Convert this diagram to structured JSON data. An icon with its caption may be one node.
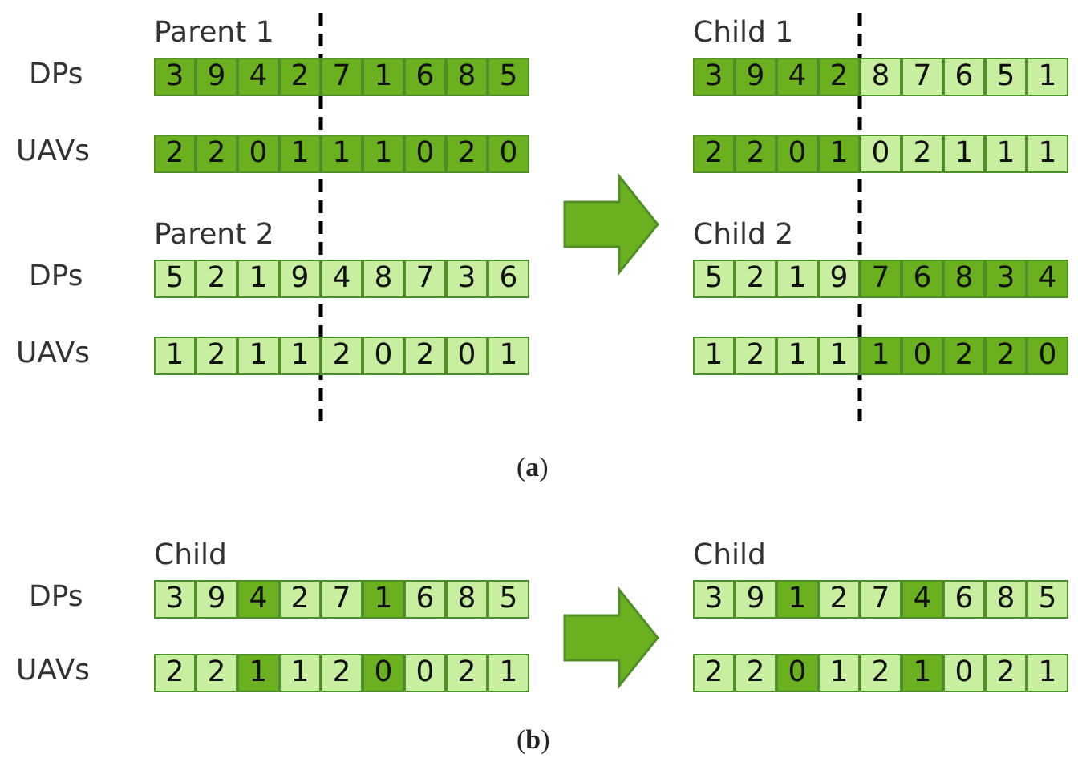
{
  "diagram": {
    "nodes": [
      {
        "text": [
          "Parent 1"
        ]
      },
      {
        "text": [
          "3"
        ],
        "in": 0
      },
      {
        "text": [
          "9"
        ],
        "in": 0
      },
      {
        "text": [
          "4"
        ],
        "in": 0
      },
      {
        "text": [
          "2"
        ],
        "in": 0
      },
      {
        "text": [
          "7"
        ],
        "in": 0
      },
      {
        "text": [
          "1"
        ],
        "in": 0
      },
      {
        "text": [
          "6"
        ],
        "in": 0
      },
      {
        "text": [
          "8"
        ],
        "in": 0
      },
      {
        "text": [
          "5"
        ],
        "in": 0
      },
      {
        "text": [
          "2"
        ],
        "in": 0
      },
      {
        "text": [
          "2"
        ],
        "in": 0
      },
      {
        "text": [
          "0"
        ],
        "in": 0
      },
      {
        "text": [
          "1"
        ],
        "in": 0
      },
      {
        "text": [
          "1"
        ],
        "in": 0
      },
      {
        "text": [
          "1"
        ],
        "in": 0
      },
      {
        "text": [
          "0"
        ],
        "in": 0
      },
      {
        "text": [
          "2"
        ],
        "in": 0
      },
      {
        "text": [
          "0"
        ],
        "in": 0
      },
      {
        "text": [
          "Parent 2"
        ]
      },
      {
        "text": [
          "5"
        ],
        "in": 19
      },
      {
        "text": [
          "2"
        ],
        "in": 19
      },
      {
        "text": [
          "1"
        ],
        "in": 19
      },
      {
        "text": [
          "9"
        ],
        "in": 19
      },
      {
        "text": [
          "4"
        ],
        "in": 19
      },
      {
        "text": [
          "8"
        ],
        "in": 19
      },
      {
        "text": [
          "7"
        ],
        "in": 19
      },
      {
        "text": [
          "3"
        ],
        "in": 19
      },
      {
        "text": [
          "6"
        ],
        "in": 19
      },
      {
        "text": [
          "1"
        ],
        "in": 19
      },
      {
        "text": [
          "2"
        ],
        "in": 19
      },
      {
        "text": [
          "1"
        ],
        "in": 19
      },
      {
        "text": [
          "1"
        ],
        "in": 19
      },
      {
        "text": [
          "2"
        ],
        "in": 19
      },
      {
        "text": [
          "0"
        ],
        "in": 19
      },
      {
        "text": [
          "2"
        ],
        "in": 19
      },
      {
        "text": [
          "0"
        ],
        "in": 19
      },
      {
        "text": [
          "1"
        ],
        "in": 19
      },
      {
        "text": [
          "Child 1"
        ]
      },
      {
        "text": [
          "3"
        ],
        "in": 38
      },
      {
        "text": [
          "9"
        ],
        "in": 38
      },
      {
        "text": [
          "4"
        ],
        "in": 38
      },
      {
        "text": [
          "2"
        ],
        "in": 38
      },
      {
        "text": [
          "8"
        ],
        "in": 38
      },
      {
        "text": [
          "7"
        ],
        "in": 38
      },
      {
        "text": [
          "6"
        ],
        "in": 38
      },
      {
        "text": [
          "5"
        ],
        "in": 38
      },
      {
        "text": [
          "1"
        ],
        "in": 38
      },
      {
        "text": [
          "2"
        ],
        "in": 38
      },
      {
        "text": [
          "2"
        ],
        "in": 38
      },
      {
        "text": [
          "0"
        ],
        "in": 38
      },
      {
        "text": [
          "1"
        ],
        "in": 38
      },
      {
        "text": [
          "0"
        ],
        "in": 38
      },
      {
        "text": [
          "2"
        ],
        "in": 38
      },
      {
        "text": [
          "1"
        ],
        "in": 38
      },
      {
        "text": [
          "1"
        ],
        "in": 38
      },
      {
        "text": [
          "1"
        ],
        "in": 38
      },
      {
        "text": [
          "Child 2"
        ]
      },
      {
        "text": [
          "5"
        ],
        "in": 57
      },
      {
        "text": [
          "2"
        ],
        "in": 57
      },
      {
        "text": [
          "1"
        ],
        "in": 57
      },
      {
        "text": [
          "9"
        ],
        "in": 57
      },
      {
        "text": [
          "7"
        ],
        "in": 57
      },
      {
        "text": [
          "6"
        ],
        "in": 57
      },
      {
        "text": [
          "8"
        ],
        "in": 57
      },
      {
        "text": [
          "3"
        ],
        "in": 57
      },
      {
        "text": [
          "4"
        ],
        "in": 57
      },
      {
        "text": [
          "1"
        ],
        "in": 57
      },
      {
        "text": [
          "2"
        ],
        "in": 57
      },
      {
        "text": [
          "1"
        ],
        "in": 57
      },
      {
        "text": [
          "1"
        ],
        "in": 57
      },
      {
        "text": [
          "1"
        ],
        "in": 57
      },
      {
        "text": [
          "0"
        ],
        "in": 57
      },
      {
        "text": [
          "2"
        ],
        "in": 57
      },
      {
        "text": [
          "2"
        ],
        "in": 57
      },
      {
        "text": [
          "0"
        ],
        "in": 57
      },
      {
        "text": [
          "Child"
        ]
      },
      {
        "text": [
          "3"
        ],
        "in": 76
      },
      {
        "text": [
          "9"
        ],
        "in": 76
      },
      {
        "text": [
          "4"
        ],
        "in": 76
      },
      {
        "text": [
          "2"
        ],
        "in": 76
      },
      {
        "text": [
          "7"
        ],
        "in": 76
      },
      {
        "text": [
          "1"
        ],
        "in": 76
      },
      {
        "text": [
          "6"
        ],
        "in": 76
      },
      {
        "text": [
          "8"
        ],
        "in": 76
      },
      {
        "text": [
          "5"
        ],
        "in": 76
      },
      {
        "text": [
          "2"
        ],
        "in": 76
      },
      {
        "text": [
          "2"
        ],
        "in": 76
      },
      {
        "text": [
          "1"
        ],
        "in": 76
      },
      {
        "text": [
          "1"
        ],
        "in": 76
      },
      {
        "text": [
          "2"
        ],
        "in": 76
      },
      {
        "text": [
          "0"
        ],
        "in": 76
      },
      {
        "text": [
          "0"
        ],
        "in": 76
      },
      {
        "text": [
          "2"
        ],
        "in": 76
      },
      {
        "text": [
          "1"
        ],
        "in": 76
      },
      {
        "text": [
          "Child"
        ]
      },
      {
        "text": [
          "3"
        ],
        "in": 95
      },
      {
        "text": [
          "9"
        ],
        "in": 95
      },
      {
        "text": [
          "1"
        ],
        "in": 95
      },
      {
        "text": [
          "2"
        ],
        "in": 95
      },
      {
        "text": [
          "7"
        ],
        "in": 95
      },
      {
        "text": [
          "4"
        ],
        "in": 95
      },
      {
        "text": [
          "6"
        ],
        "in": 95
      },
      {
        "text": [
          "8"
        ],
        "in": 95
      },
      {
        "text": [
          "5"
        ],
        "in": 95
      },
      {
        "text": [
          "2"
        ],
        "in": 95
      },
      {
        "text": [
          "2"
        ],
        "in": 95
      },
      {
        "text": [
          "0"
        ],
        "in": 95
      },
      {
        "text": [
          "1"
        ],
        "in": 95
      },
      {
        "text": [
          "2"
        ],
        "in": 95
      },
      {
        "text": [
          "1"
        ],
        "in": 95
      },
      {
        "text": [
          "0"
        ],
        "in": 95
      },
      {
        "text": [
          "2"
        ],
        "in": 95
      },
      {
        "text": [
          "1"
        ],
        "in": 95
      }
    ],
    "edges": [
      {
        "from": 0,
        "to": 38,
        "arrow": "to"
      },
      {
        "from": 19,
        "to": 57,
        "arrow": "to"
      },
      {
        "from": 76,
        "to": 95,
        "arrow": "to"
      }
    ],
    "labels": [
      "DPs",
      "UAVs",
      "DPs",
      "UAVs",
      "(**a**)",
      "DPs",
      "UAVs",
      "(**b**)"
    ]
  }
}
